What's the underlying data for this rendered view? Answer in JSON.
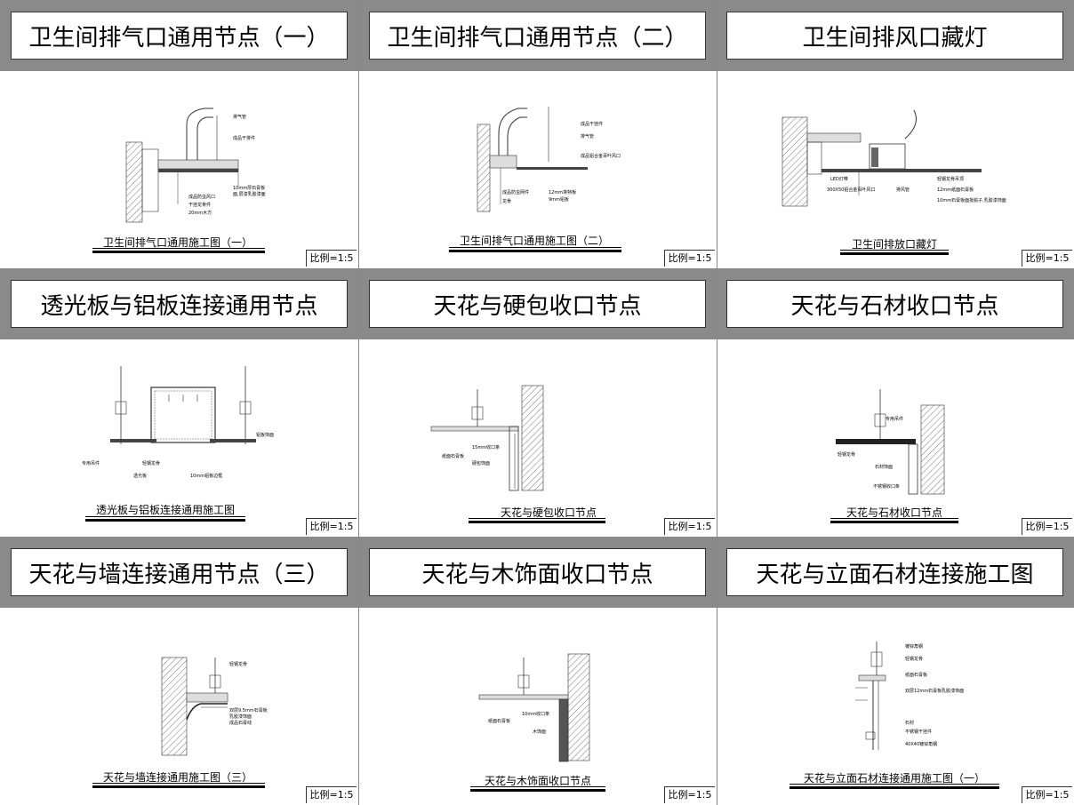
{
  "panels": [
    {
      "title": "卫生间排气口通用节点（一）",
      "caption": "卫生间排气口通用施工图（一）",
      "scale": "比例=1:5",
      "labels": [
        "排气管",
        "成品干排件",
        "10mm厚石膏板",
        "面,层漆乳胶漆面",
        "成品防虫风口",
        "干挂龙骨件",
        "20mm木方"
      ]
    },
    {
      "title": "卫生间排气口通用节点（二）",
      "caption": "卫生间排气口通用施工图（二）",
      "scale": "比例=1:5",
      "labels": [
        "成品干挂件",
        "排气管",
        "成品铝合金百叶风口",
        "成品防虫网件",
        "12mm埃特板",
        "龙骨",
        "9mm铝板"
      ]
    },
    {
      "title": "卫生间排风口藏灯",
      "caption": "卫生间排放口藏灯",
      "scale": "比例=1:5",
      "labels": [
        "LED灯带",
        "轻钢龙骨吊顶",
        "12mm纸面石膏板",
        "10mm石膏板面批腻子,乳胶漆饰面",
        "排风管",
        "300X50铝合金百叶风口"
      ]
    },
    {
      "title": "透光板与铝板连接通用节点",
      "caption": "透光板与铝板连接通用施工图",
      "scale": "比例=1:5",
      "labels": [
        "专用吊件",
        "轻钢龙骨",
        "铝板饰面",
        "透光板",
        "10mm铝板边框"
      ]
    },
    {
      "title": "天花与硬包收口节点",
      "caption": "天花与硬包收口节点",
      "scale": "比例=1:5",
      "labels": [
        "15mm收口条",
        "硬包饰面",
        "纸面石膏板"
      ]
    },
    {
      "title": "天花与石材收口节点",
      "caption": "天花与石材收口节点",
      "scale": "比例=1:5",
      "labels": [
        "专用吊件",
        "轻钢龙骨",
        "石材饰面",
        "不锈钢收口条"
      ]
    },
    {
      "title": "天花与墙连接通用节点（三）",
      "caption": "天花与墙连接通用施工图（三）",
      "scale": "比例=1:5",
      "labels": [
        "轻钢龙骨",
        "双层9.5mm石膏板",
        "乳胶漆饰面",
        "成品石膏线"
      ]
    },
    {
      "title": "天花与木饰面收口节点",
      "caption": "天花与木饰面收口节点",
      "scale": "比例=1:5",
      "labels": [
        "10mm收口条",
        "木饰面",
        "纸面石膏板"
      ]
    },
    {
      "title": "天花与立面石材连接施工图",
      "caption": "天花与立面石材连接通用施工图（一）",
      "scale": "比例=1:5",
      "labels": [
        "镀锌角钢",
        "轻钢龙骨",
        "纸面石膏板",
        "双层12mm石膏板乳胶漆饰面",
        "石材",
        "不锈钢干挂件",
        "40X40镀锌角钢"
      ]
    }
  ]
}
